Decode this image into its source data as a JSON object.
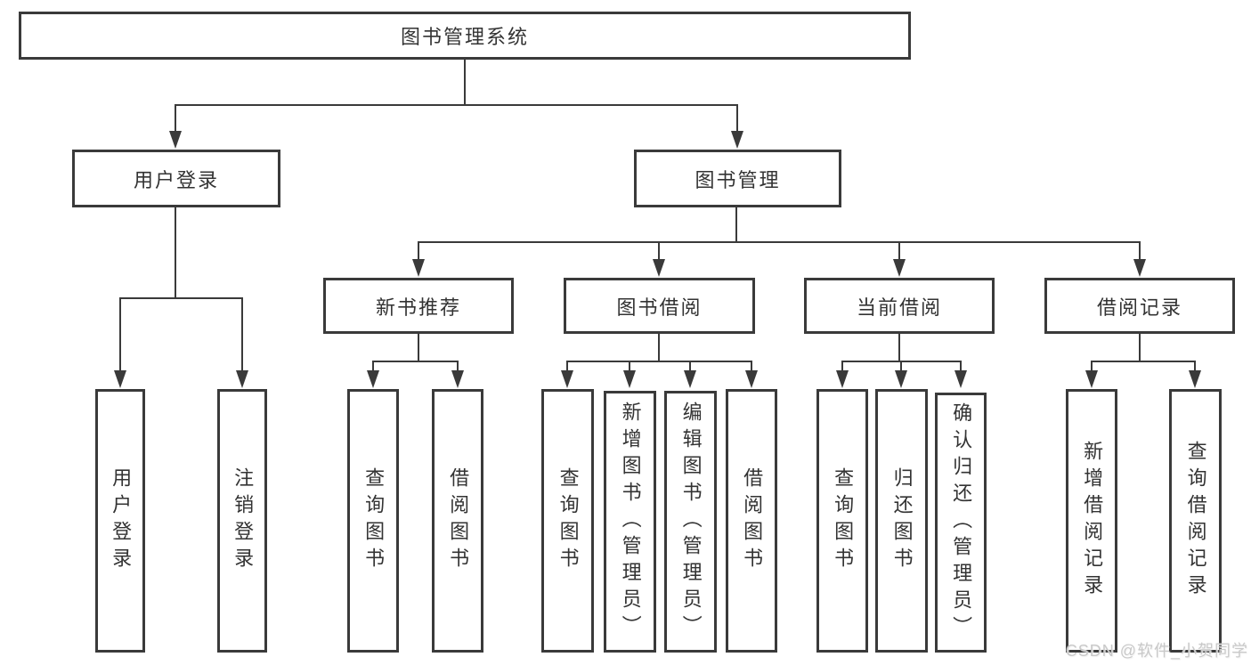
{
  "tree": {
    "label": "图书管理系统",
    "children": [
      {
        "label": "用户登录",
        "children": [
          {
            "label": "用户登录"
          },
          {
            "label": "注销登录"
          }
        ]
      },
      {
        "label": "图书管理",
        "children": [
          {
            "label": "新书推荐",
            "children": [
              {
                "label": "查询图书"
              },
              {
                "label": "借阅图书"
              }
            ]
          },
          {
            "label": "图书借阅",
            "children": [
              {
                "label": "查询图书"
              },
              {
                "label": "新增图书（管理员）"
              },
              {
                "label": "编辑图书（管理员）"
              },
              {
                "label": "借阅图书"
              }
            ]
          },
          {
            "label": "当前借阅",
            "children": [
              {
                "label": "查询图书"
              },
              {
                "label": "归还图书"
              },
              {
                "label": "确认归还（管理员）"
              }
            ]
          },
          {
            "label": "借阅记录",
            "children": [
              {
                "label": "新增借阅记录"
              },
              {
                "label": "查询借阅记录"
              }
            ]
          }
        ]
      }
    ]
  },
  "watermark": {
    "text": "CSDN @软件_小贺同学"
  },
  "colors": {
    "line": "#3a3a3a",
    "text": "#333333",
    "watermark": "#c9c9c9",
    "background": "#ffffff"
  }
}
